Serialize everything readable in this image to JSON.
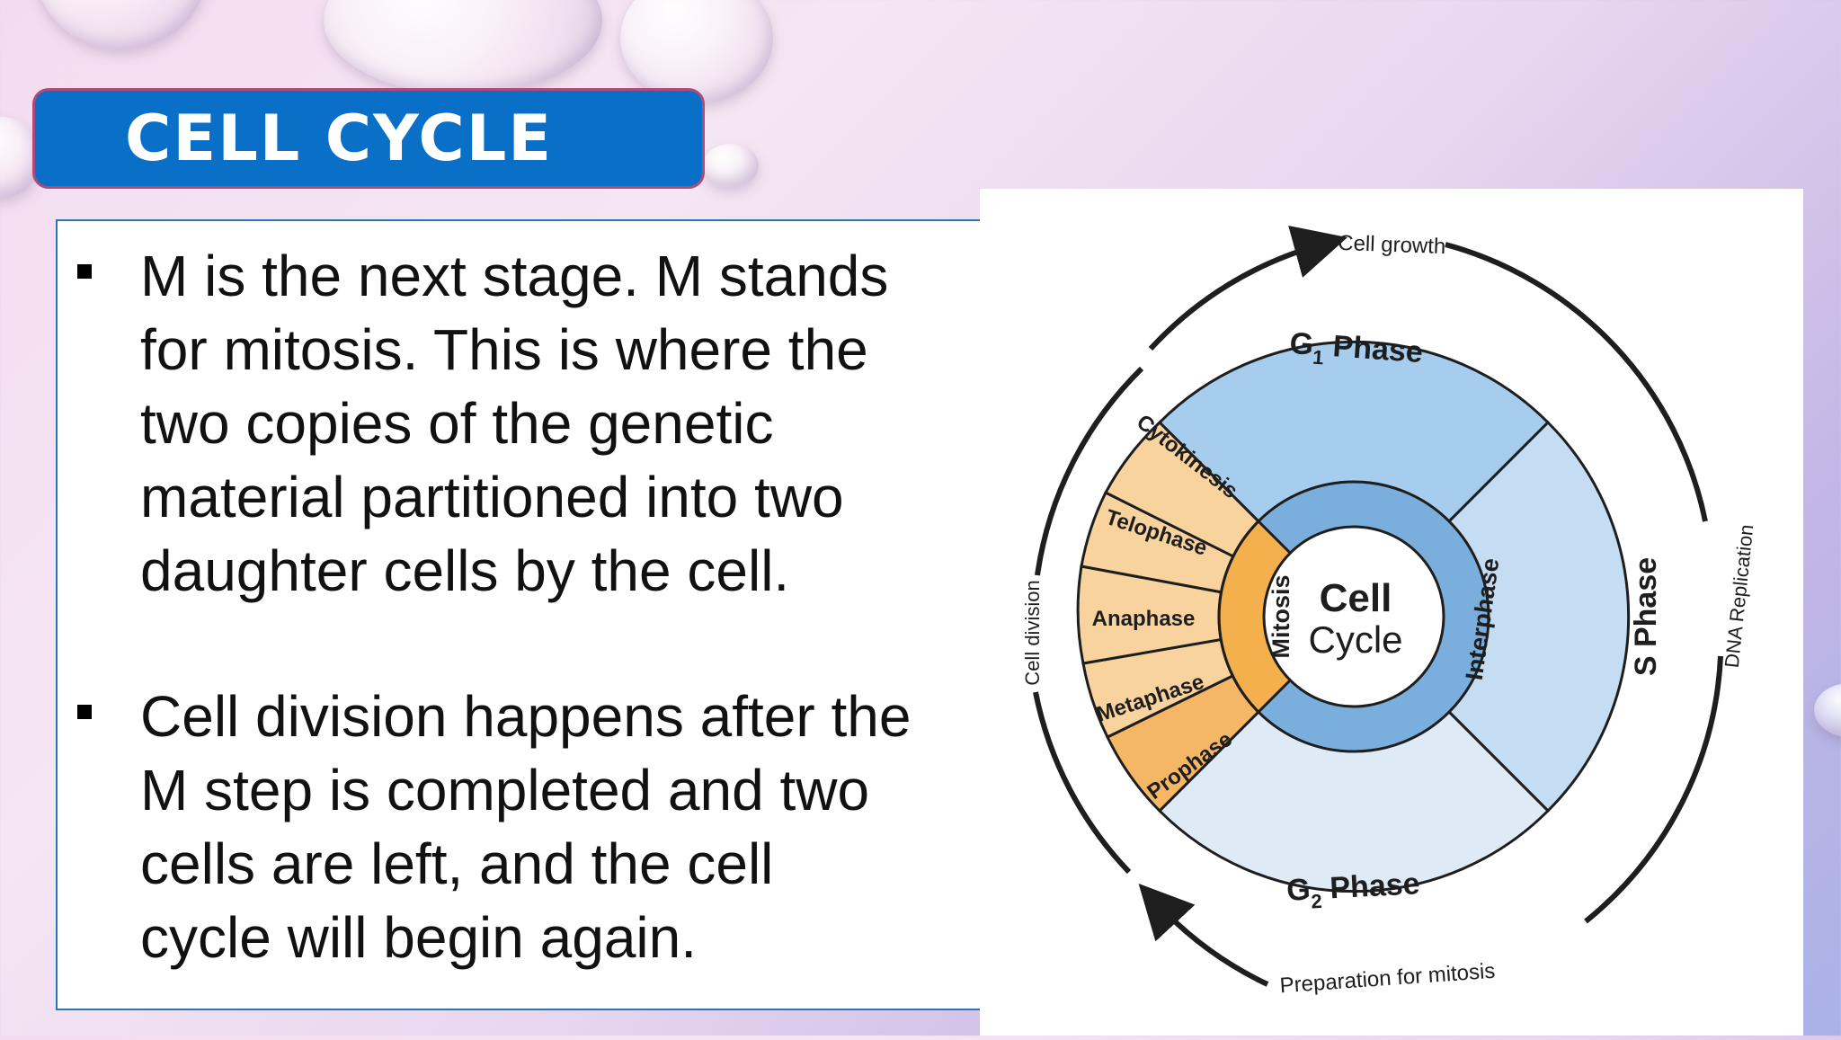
{
  "slide": {
    "title": "CELL CYCLE",
    "bullets": [
      {
        "text": "M is the next stage. M stands\nfor mitosis. This is where the\ntwo copies of the genetic\nmaterial partitioned into two\ndaughter cells by the cell."
      },
      {
        "text": "Cell division happens after the\nM step is completed and two\ncells are left, and the cell\ncycle will begin again."
      }
    ]
  },
  "diagram": {
    "center": {
      "line1": "Cell",
      "line2": "Cycle"
    },
    "ring": {
      "interphase": "Interphase",
      "mitosis": "Mitosis"
    },
    "phases": {
      "g1": {
        "base": "G",
        "sub": "1",
        "rest": " Phase"
      },
      "s": {
        "label": "S Phase"
      },
      "g2": {
        "base": "G",
        "sub": "2",
        "rest": " Phase"
      }
    },
    "mitosis_stages": [
      "Cytokinesis",
      "Telophase",
      "Anaphase",
      "Metaphase",
      "Prophase"
    ],
    "outer_labels": {
      "top": "Cell growth",
      "right": "DNA Replication",
      "bottom": "Preparation for mitosis",
      "left": "Cell division"
    },
    "colors": {
      "g1": "#a6cdee",
      "s": "#c5ddf3",
      "g2": "#deebf7",
      "interphase_ring": "#7aaedc",
      "mitosis_ring": "#f3b04d",
      "mitosis_stage": "#f8d39e",
      "prophase": "#f5b765",
      "outline": "#1e1e1e"
    }
  }
}
